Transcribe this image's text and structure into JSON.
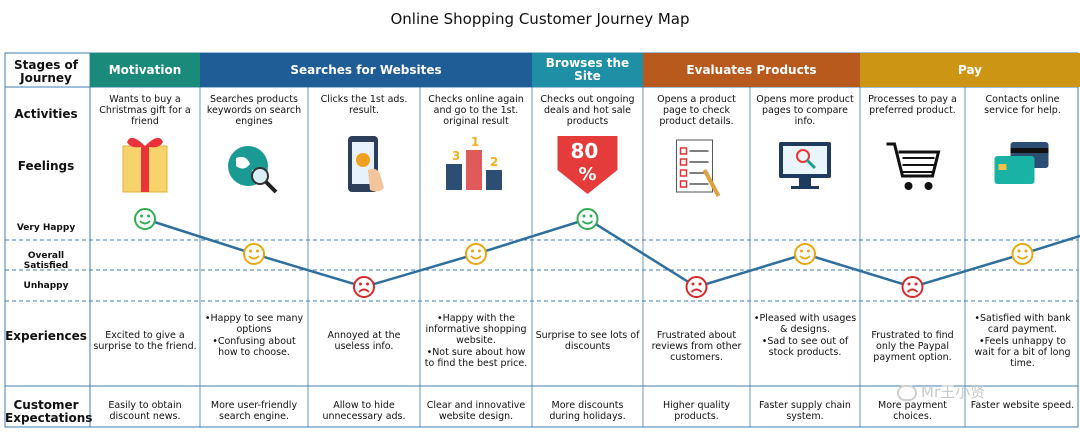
{
  "title": "Online Shopping Customer Journey Map",
  "row_labels": {
    "stages": "Stages of Journey",
    "activities": "Activities",
    "feelings": "Feelings",
    "experiences": "Experiences",
    "expectations": "Customer Expectations"
  },
  "levels": {
    "very_happy": "Very Happy",
    "overall_satisfied": "Overall Satisfied",
    "unhappy": "Unhappy"
  },
  "stages": [
    {
      "label": "Motivation",
      "color": "#1a8a7a"
    },
    {
      "label": "Searches for Websites",
      "color": "#1e5d95"
    },
    {
      "label": "Browses the Site",
      "color": "#1f8fa6"
    },
    {
      "label": "Evaluates Products",
      "color": "#b85a1e"
    },
    {
      "label": "Pay",
      "color": "#cc9614"
    }
  ],
  "columns": [
    {
      "activity": "Wants to buy a Christmas gift for a friend",
      "icon": "gift-icon",
      "feeling": "very-happy",
      "experience": [
        "Excited to give a surprise to the friend."
      ],
      "expectation": "Easily to obtain discount news."
    },
    {
      "activity": "Searches products keywords on search engines",
      "icon": "globe-search-icon",
      "feeling": "satisfied",
      "experience": [
        "Happy to see many options",
        "Confusing about how to choose."
      ],
      "expectation": "More user-friendly search engine."
    },
    {
      "activity": "Clicks the 1st ads. result.",
      "icon": "phone-tap-icon",
      "feeling": "unhappy",
      "experience": [
        "Annoyed at the useless info."
      ],
      "expectation": "Allow to hide unnecessary ads."
    },
    {
      "activity": "Checks online again and go to the 1st. original result",
      "icon": "ranking-podium-icon",
      "feeling": "satisfied",
      "experience": [
        "Happy with the informative shopping website.",
        "Not sure about how to find the best price."
      ],
      "expectation": "Clear and innovative website design."
    },
    {
      "activity": "Checks out ongoing deals and hot sale products",
      "icon": "discount-tag-icon",
      "feeling": "very-happy",
      "experience": [
        "Surprise to see lots of discounts"
      ],
      "expectation": "More discounts during holidays."
    },
    {
      "activity": "Opens a product page to check product details.",
      "icon": "checklist-icon",
      "feeling": "unhappy",
      "experience": [
        "Frustrated about reviews from other customers."
      ],
      "expectation": "Higher quality products."
    },
    {
      "activity": "Opens more product pages to compare info.",
      "icon": "monitor-search-icon",
      "feeling": "satisfied",
      "experience": [
        "Pleased with usages & designs.",
        "Sad to see out of stock products."
      ],
      "expectation": "Faster supply chain system."
    },
    {
      "activity": "Processes to pay a preferred product.",
      "icon": "shopping-cart-icon",
      "feeling": "unhappy",
      "experience": [
        "Frustrated to find only the Paypal payment option."
      ],
      "expectation": "More payment choices."
    },
    {
      "activity": "Contacts online service for help.",
      "icon": "credit-card-icon",
      "feeling": "satisfied",
      "experience": [
        "Satisfied with bank card payment.",
        "Feels unhappy to wait for a bit of long time."
      ],
      "expectation": "Faster website speed."
    }
  ],
  "colors": {
    "line": "#2e6f9e",
    "grid": "#3f7fb0",
    "face_very_happy": "#2fae52",
    "face_satisfied": "#e8a80f",
    "face_unhappy": "#d42a2a"
  },
  "watermark": "Mr王小贤"
}
